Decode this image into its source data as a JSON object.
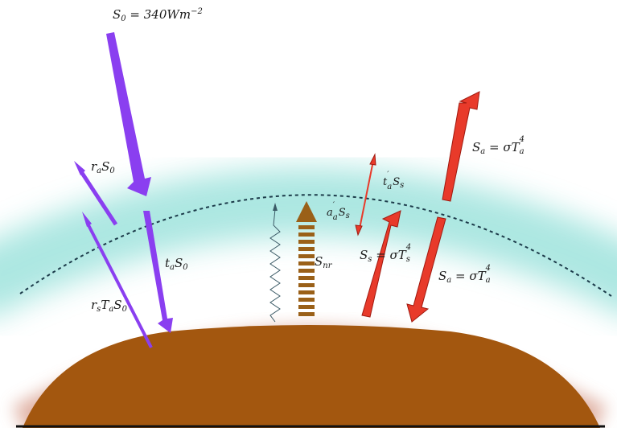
{
  "labels": {
    "solar_constant": {
      "sym": "S",
      "sub": "0",
      "eq": " = 340",
      "unit": "W",
      "unit2": "m",
      "exp": "−2"
    },
    "reflected_atmos": {
      "a": "r",
      "a_sub": "a",
      "b": "S",
      "b_sub": "0"
    },
    "transmitted": {
      "a": "t",
      "a_sub": "a",
      "b": "S",
      "b_sub": "0"
    },
    "reflected_surface": {
      "a": "r",
      "a_sub": "s",
      "b": "T",
      "b_sub": "a",
      "c": "S",
      "c_sub": "0"
    },
    "atmos_up": {
      "a": "S",
      "a_sub": "a",
      "eq": " = σ",
      "t": "T",
      "t_sub": "a",
      "t_sup": "4"
    },
    "atmos_down": {
      "a": "S",
      "a_sub": "a",
      "eq": " = σ",
      "t": "T",
      "t_sub": "a",
      "t_sup": "4"
    },
    "surface_emit": {
      "a": "S",
      "a_sub": "s",
      "eq": " = σ",
      "t": "T",
      "t_sub": "s",
      "t_sup": "4"
    },
    "lw_transmit": {
      "a": "t",
      "a_sub": "a",
      "a_sup": "′",
      "b": "S",
      "b_sub": "s"
    },
    "lw_absorb": {
      "a": "a",
      "a_sub": "a",
      "a_sup": "′",
      "b": "S",
      "b_sub": "s"
    },
    "nonradiative": {
      "a": "S",
      "a_sub": "nr"
    }
  },
  "colors": {
    "shortwave": "#8a3ff0",
    "longwave": "#e83a2a",
    "nonradiative": "#9a6018",
    "ground": "#a3570f",
    "atmosphere": "#9fe3dd"
  }
}
